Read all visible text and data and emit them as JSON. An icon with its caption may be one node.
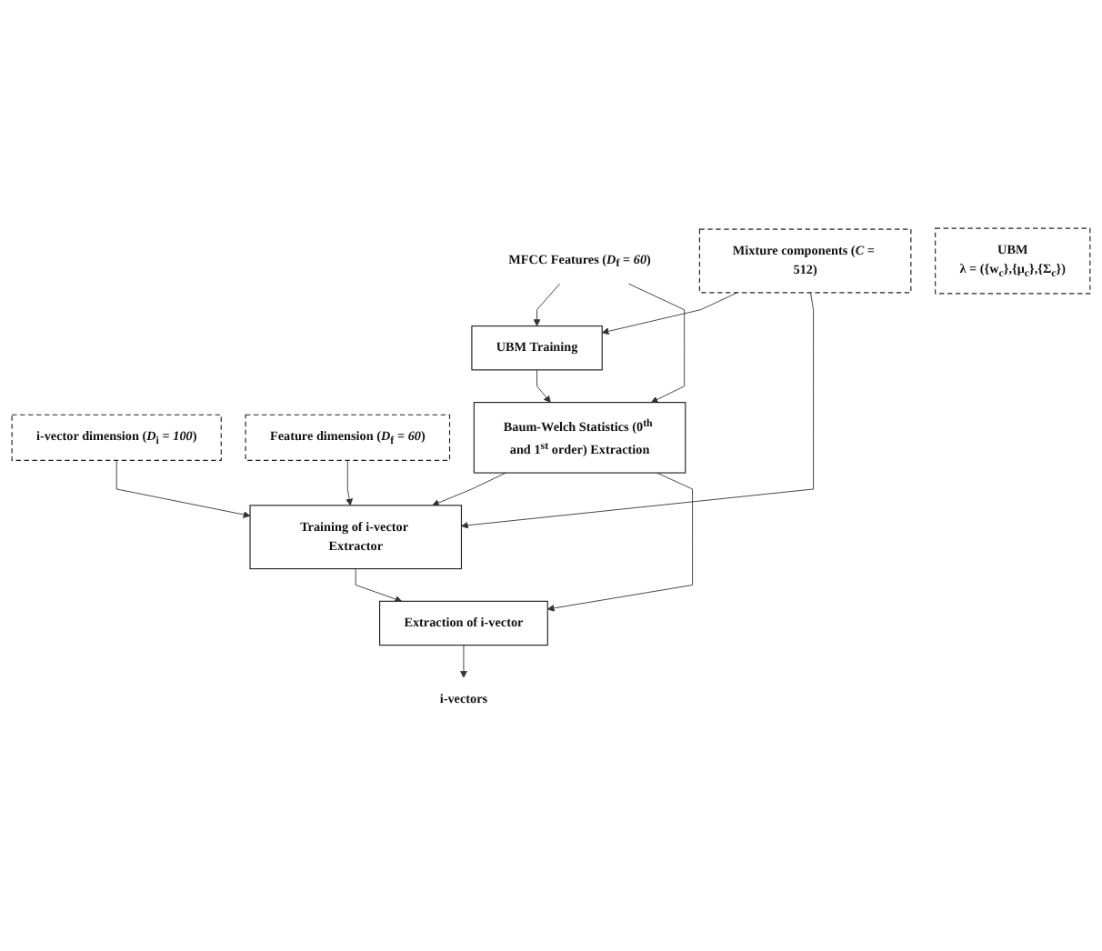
{
  "diagram": {
    "nodes": [
      {
        "text": [
          "Mixture components (*C* = 512)"
        ]
      },
      {
        "text": [
          "UBM Training"
        ]
      },
      {
        "text": [
          "i-vector dimension (*D*$_{i}$ = *100*)"
        ]
      },
      {
        "text": [
          "Feature dimension (*D*$_{f}$ = *60*)"
        ]
      },
      {
        "text": [
          "MFCC Features (*D*$_{f}$ = *60*)"
        ]
      },
      {
        "text": [
          "UBM",
          "λ = ({w$_{c}$},{μ$_{c}$},{Σ$_{c}$})"
        ]
      },
      {
        "text": [
          "Baum-Welch Statistics (0$^{th}$ and 1$^{st}$ order) Extraction"
        ]
      },
      {
        "text": [
          "Training of i-vector Extractor"
        ]
      },
      {
        "text": [
          "Extraction of i-vector"
        ]
      },
      {
        "text": [
          "i-vectors"
        ]
      }
    ],
    "edges": [
      {
        "from": 0,
        "to": 1,
        "arrow": "to"
      },
      {
        "from": 4,
        "to": 1,
        "arrow": "to"
      },
      {
        "from": 4,
        "to": 6,
        "arrow": "to"
      },
      {
        "from": 1,
        "to": 6,
        "arrow": "to"
      },
      {
        "from": 6,
        "to": 7,
        "arrow": "to"
      },
      {
        "from": 3,
        "to": 7,
        "arrow": "to"
      },
      {
        "from": 2,
        "to": 7,
        "arrow": "to"
      },
      {
        "from": 0,
        "to": 7,
        "arrow": "to"
      },
      {
        "from": 7,
        "to": 8,
        "arrow": "to"
      },
      {
        "from": 6,
        "to": 8,
        "arrow": "to"
      },
      {
        "from": 8,
        "to": 9,
        "arrow": "to"
      }
    ]
  }
}
